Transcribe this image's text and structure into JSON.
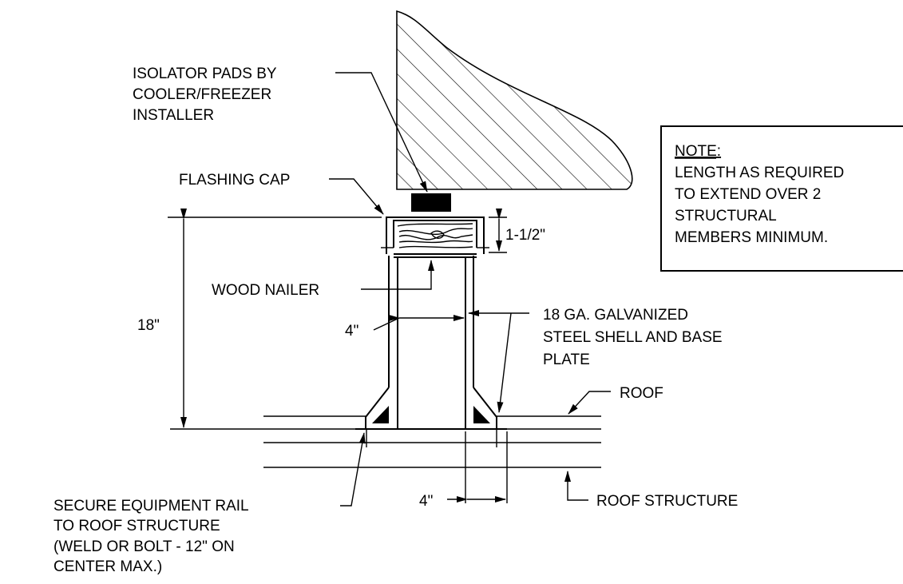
{
  "labels": {
    "isolator": [
      "ISOLATOR PADS BY",
      "COOLER/FREEZER",
      "INSTALLER"
    ],
    "flashing_cap": "FLASHING CAP",
    "wood_nailer": "WOOD NAILER",
    "dim_height": "18\"",
    "dim_width_top": "4\"",
    "dim_cap": "1-1/2\"",
    "galvanized": [
      "18 GA. GALVANIZED",
      "STEEL SHELL AND BASE",
      "PLATE"
    ],
    "roof": "ROOF",
    "roof_structure": "ROOF STRUCTURE",
    "secure": [
      "SECURE EQUIPMENT RAIL",
      "TO ROOF STRUCTURE",
      "(WELD OR BOLT - 12\" ON",
      "CENTER MAX.)"
    ],
    "dim_width_bottom": "4\""
  },
  "note": {
    "heading": "NOTE:",
    "lines": [
      "LENGTH AS REQUIRED",
      "TO EXTEND OVER 2",
      "STRUCTURAL",
      "MEMBERS MINIMUM."
    ]
  }
}
